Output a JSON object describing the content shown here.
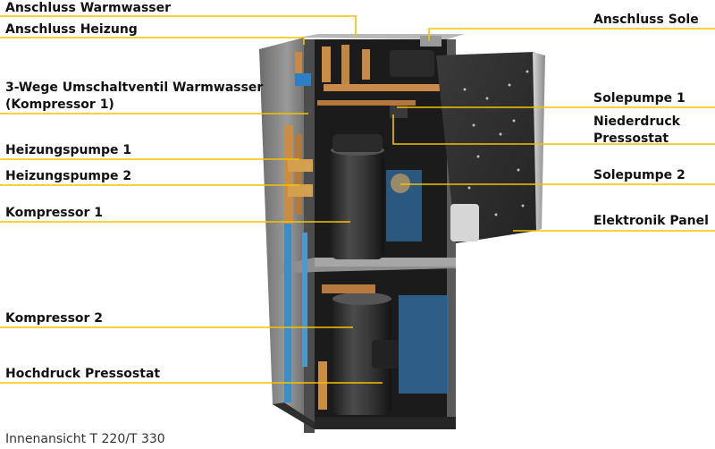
{
  "colors": {
    "leader": "#f3c200",
    "label": "#111111"
  },
  "labels_left": [
    {
      "id": "anschluss-warmwasser",
      "text": "Anschluss Warmwasser"
    },
    {
      "id": "anschluss-heizung",
      "text": "Anschluss Heizung"
    },
    {
      "id": "umschaltventil",
      "line1": "3-Wege Umschaltventil Warmwasser",
      "line2": "(Kompressor 1)"
    },
    {
      "id": "heizungspumpe-1",
      "text": "Heizungspumpe 1"
    },
    {
      "id": "heizungspumpe-2",
      "text": "Heizungspumpe 2"
    },
    {
      "id": "kompressor-1",
      "text": "Kompressor 1"
    },
    {
      "id": "kompressor-2",
      "text": "Kompressor 2"
    },
    {
      "id": "hochdruck-pressostat",
      "text": "Hochdruck Pressostat"
    }
  ],
  "labels_right": [
    {
      "id": "anschluss-sole",
      "text": "Anschluss Sole"
    },
    {
      "id": "solepumpe-1",
      "text": "Solepumpe 1"
    },
    {
      "id": "niederdruck-pressostat",
      "line1": "Niederdruck",
      "line2": "Pressostat"
    },
    {
      "id": "solepumpe-2",
      "text": "Solepumpe 2"
    },
    {
      "id": "elektronik-panel",
      "text": "Elektronik Panel"
    }
  ],
  "caption": "Innenansicht T 220/T 330"
}
